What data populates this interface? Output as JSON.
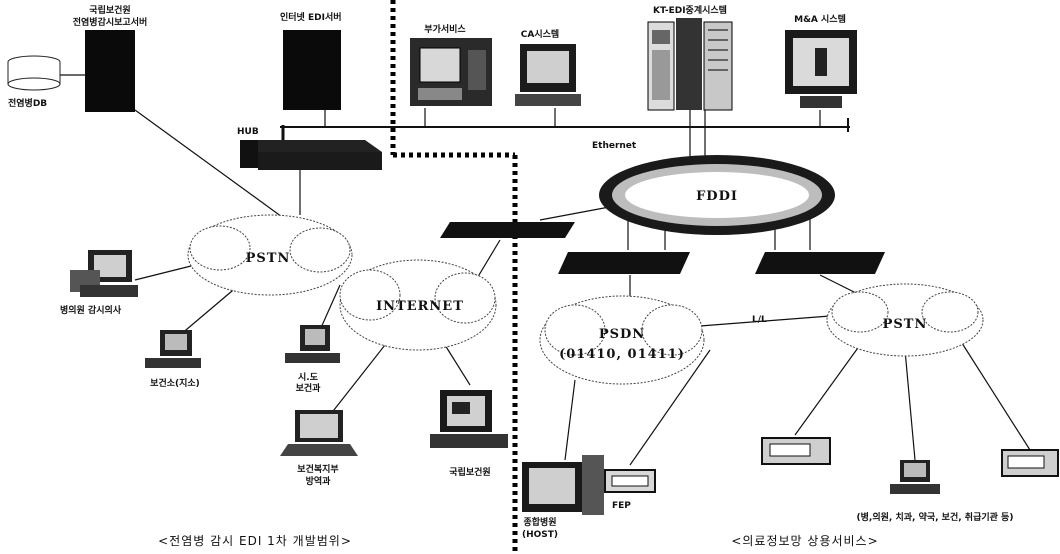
{
  "labels": {
    "server_top": [
      "국립보건원",
      "전염병감시보고서버"
    ],
    "db": "전염병DB",
    "internet_edi_server": "인터넷 EDI서버",
    "value_added": "부가서비스",
    "ca_system": "CA시스템",
    "kt_relay": "KT-EDI중계시스템",
    "mna_system": "M&A 시스템",
    "hub": "HUB",
    "ethernet": "Ethernet",
    "fddi": "FDDI",
    "pstn_left": "PSTN",
    "internet": "INTERNET",
    "psdn": "PSDN",
    "psdn_numbers": "(01410, 01411)",
    "ll": "L/L",
    "pstn_right": "PSTN",
    "clinic_monitor": "병의원 감시의사",
    "health_center": "보건소(지소)",
    "province": [
      "시.도",
      "보건과"
    ],
    "ministry": [
      "보건복지부",
      "방역과"
    ],
    "nih": "국립보건원",
    "general_hospital": [
      "종합병원",
      "(HOST)"
    ],
    "fep": "FEP",
    "users_right": "(병,의원, 치과, 약국, 보건, 취급기관 등)"
  },
  "captions": {
    "left": "<전염병 감시 EDI 1차 개발범위>",
    "right": "<의료정보망 상용서비스>"
  }
}
